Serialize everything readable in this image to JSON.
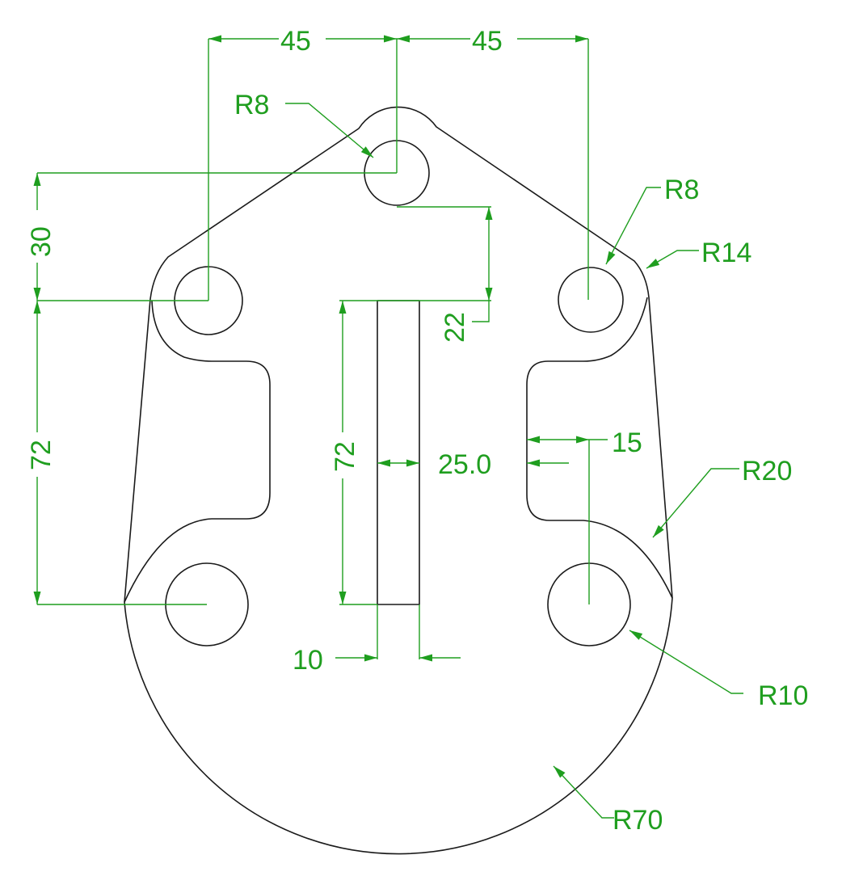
{
  "colors": {
    "part_outline": "#1a1a1a",
    "dimension": "#1f9e1f",
    "background": "#ffffff"
  },
  "dimensions": {
    "top_left_45": "45",
    "top_right_45": "45",
    "left_30": "30",
    "left_72": "72",
    "slot_22": "22",
    "slot_72": "72",
    "slot_width": "25.0",
    "offset_15": "15",
    "slot_10": "10"
  },
  "radii": {
    "r8_top": "R8",
    "r8_right": "R8",
    "r14": "R14",
    "r20": "R20",
    "r10": "R10",
    "r70": "R70"
  }
}
